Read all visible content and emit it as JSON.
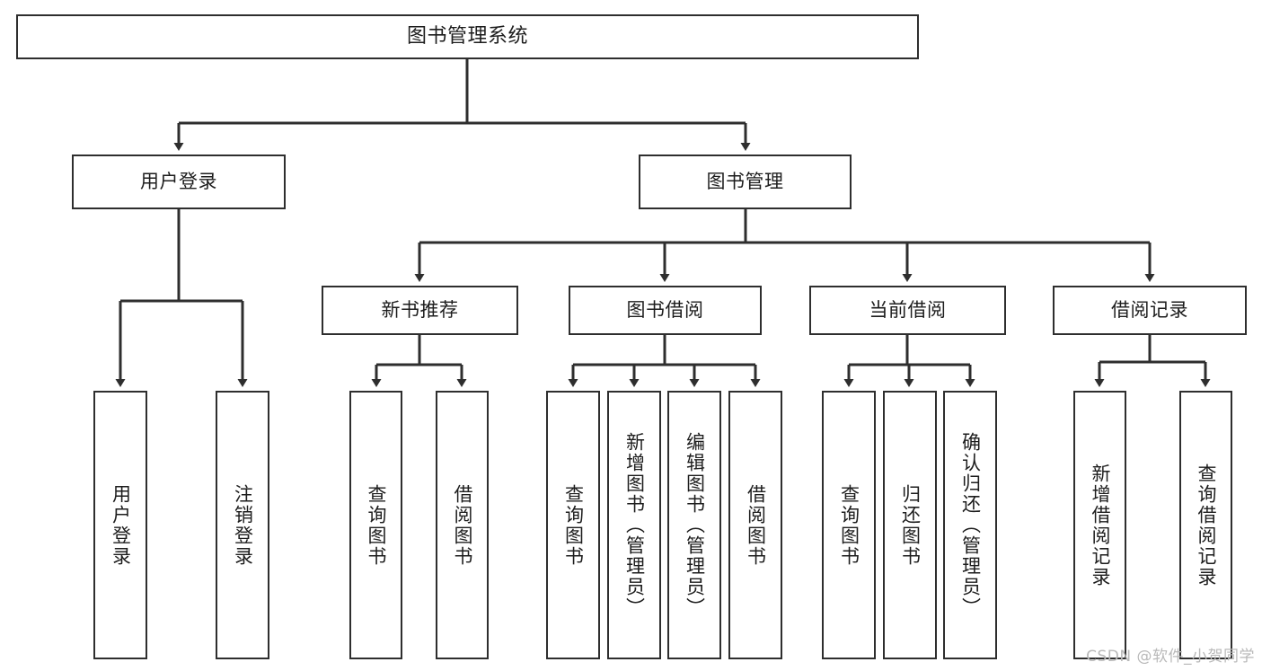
{
  "diagram": {
    "type": "tree",
    "title": "图书管理系统",
    "orientation": "top-down",
    "colors": {
      "box_border": "#2e2e2e",
      "box_fill": "#ffffff",
      "text": "#1d1d1d",
      "connector": "#2e2e2e",
      "watermark": "#b9b9b9",
      "background": "#ffffff"
    },
    "nodes": {
      "root": {
        "label": "图书管理系统"
      },
      "level1": [
        {
          "label": "用户登录"
        },
        {
          "label": "图书管理"
        }
      ],
      "level2": [
        {
          "label": "新书推荐"
        },
        {
          "label": "图书借阅"
        },
        {
          "label": "当前借阅"
        },
        {
          "label": "借阅记录"
        }
      ],
      "leaves_user_login": [
        {
          "label": "用户登录"
        },
        {
          "label": "注销登录"
        }
      ],
      "leaves_new_book": [
        {
          "label": "查询图书"
        },
        {
          "label": "借阅图书"
        }
      ],
      "leaves_borrow": [
        {
          "label": "查询图书"
        },
        {
          "label": "新增图书（管理员）"
        },
        {
          "label": "编辑图书（管理员）"
        },
        {
          "label": "借阅图书"
        }
      ],
      "leaves_current": [
        {
          "label": "查询图书"
        },
        {
          "label": "归还图书"
        },
        {
          "label": "确认归还（管理员）"
        }
      ],
      "leaves_records": [
        {
          "label": "新增借阅记录"
        },
        {
          "label": "查询借阅记录"
        }
      ]
    }
  },
  "watermark": {
    "text": "CSDN @软件_小贺同学"
  }
}
